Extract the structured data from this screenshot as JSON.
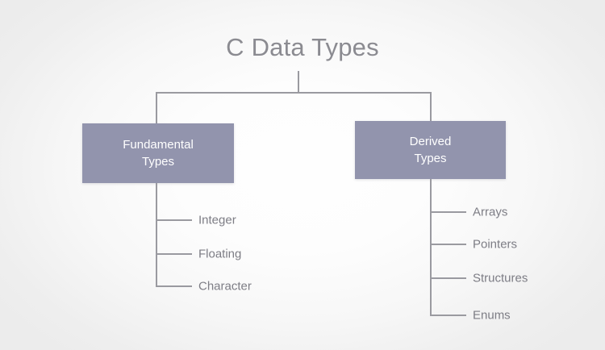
{
  "diagram": {
    "title": "C Data Types",
    "type": "tree",
    "colors": {
      "box_fill": "#9294ad",
      "box_text": "#ffffff",
      "line": "#9a9aa0",
      "title_text": "#8b8b91",
      "leaf_text": "#7d7d85",
      "background_center": "#fdfdfd",
      "background_edge": "#eeeeee"
    },
    "branches": [
      {
        "id": "fundamental",
        "label_line1": "Fundamental",
        "label_line2": "Types",
        "children": [
          {
            "label": "Integer"
          },
          {
            "label": "Floating"
          },
          {
            "label": "Character"
          }
        ]
      },
      {
        "id": "derived",
        "label_line1": "Derived",
        "label_line2": "Types",
        "children": [
          {
            "label": "Arrays"
          },
          {
            "label": "Pointers"
          },
          {
            "label": "Structures"
          },
          {
            "label": "Enums"
          }
        ]
      }
    ]
  }
}
